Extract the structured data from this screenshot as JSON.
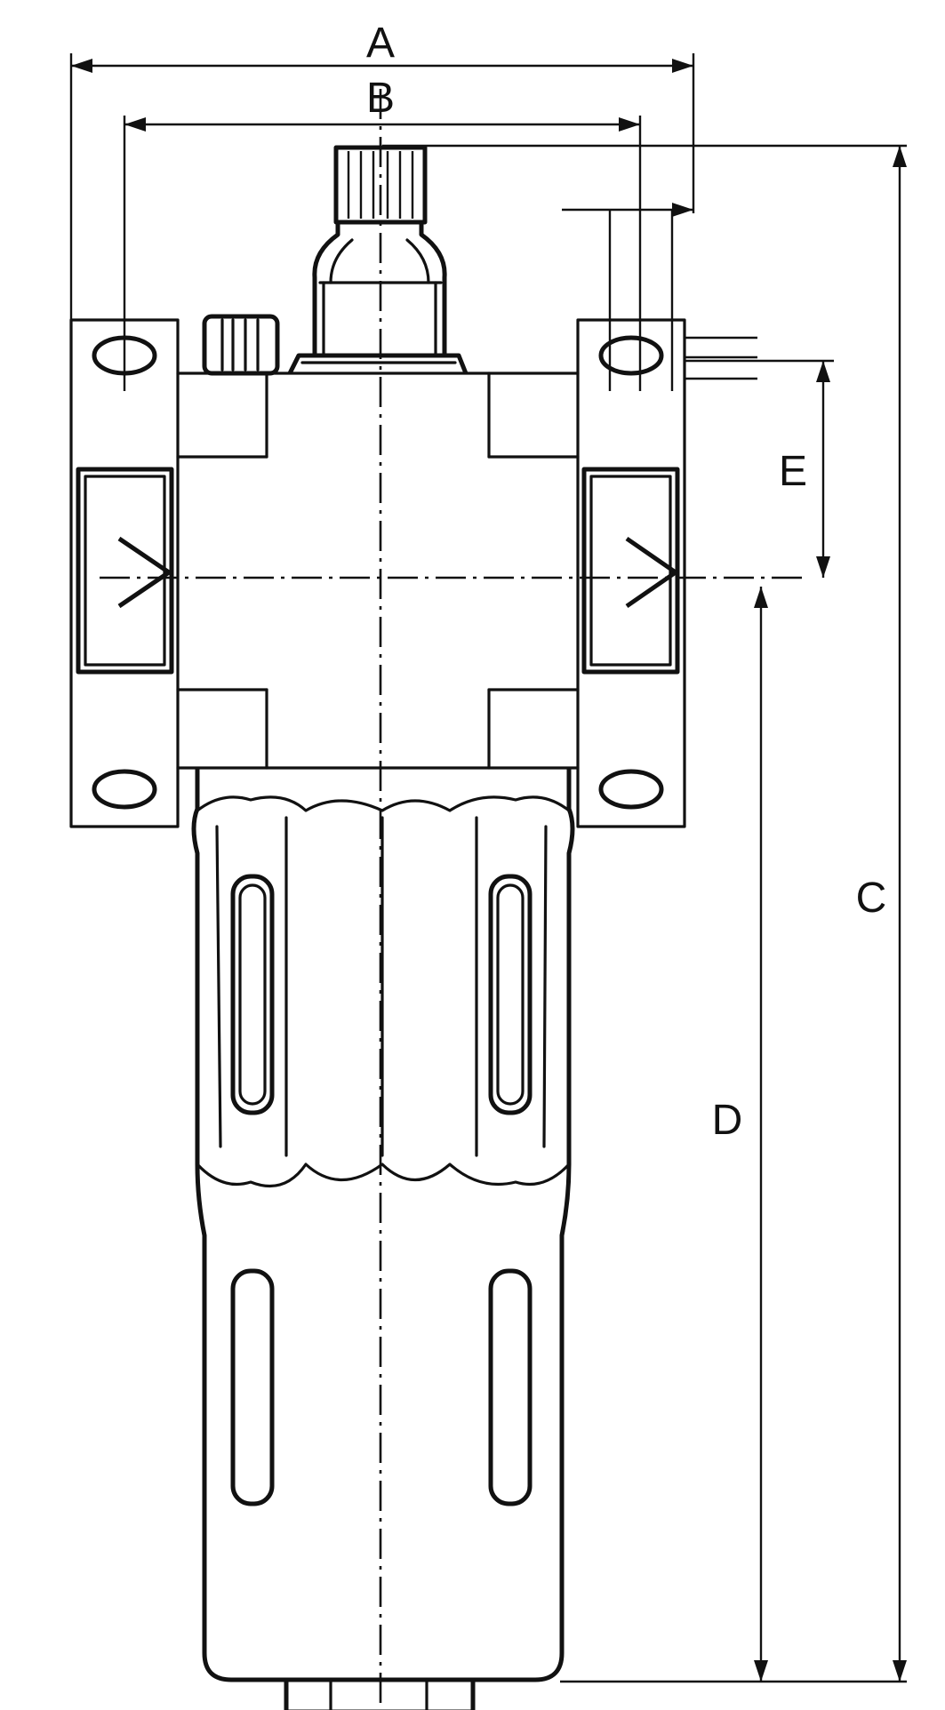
{
  "dimensions": {
    "a": "A",
    "b": "B",
    "c": "C",
    "d": "D",
    "e": "E"
  },
  "colors": {
    "line": "#111111",
    "background": "#ffffff"
  }
}
